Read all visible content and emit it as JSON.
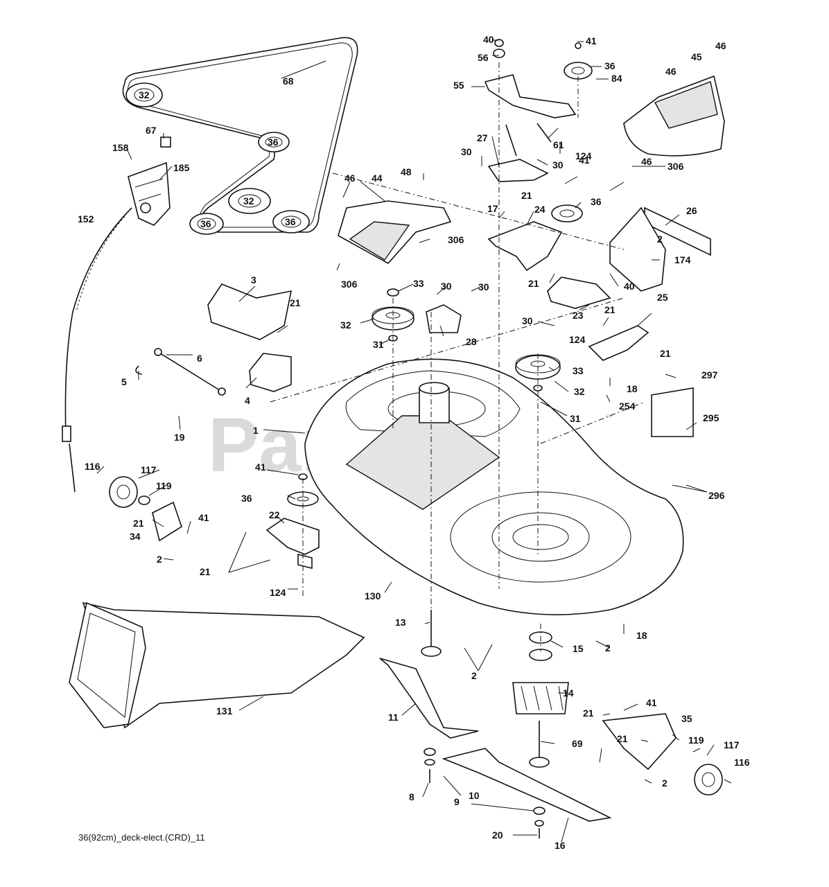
{
  "watermark": {
    "text": "PartsTree",
    "trademark": "™"
  },
  "drawing_ref": "36(92cm)_deck-elect.(CRD)_11",
  "callouts": [
    {
      "id": "c-40a",
      "label": "40"
    },
    {
      "id": "c-41a",
      "label": "41"
    },
    {
      "id": "c-56",
      "label": "56"
    },
    {
      "id": "c-36a",
      "label": "36"
    },
    {
      "id": "c-84",
      "label": "84"
    },
    {
      "id": "c-46a",
      "label": "46"
    },
    {
      "id": "c-45",
      "label": "45"
    },
    {
      "id": "c-46b",
      "label": "46"
    },
    {
      "id": "c-68",
      "label": "68"
    },
    {
      "id": "c-55",
      "label": "55"
    },
    {
      "id": "c-67",
      "label": "67"
    },
    {
      "id": "c-158",
      "label": "158"
    },
    {
      "id": "c-185",
      "label": "185"
    },
    {
      "id": "c-61",
      "label": "61"
    },
    {
      "id": "c-124a",
      "label": "124"
    },
    {
      "id": "c-27",
      "label": "27"
    },
    {
      "id": "c-30a",
      "label": "30"
    },
    {
      "id": "c-30b",
      "label": "30"
    },
    {
      "id": "c-306a",
      "label": "306"
    },
    {
      "id": "c-46c",
      "label": "46"
    },
    {
      "id": "c-44",
      "label": "44"
    },
    {
      "id": "c-48",
      "label": "48"
    },
    {
      "id": "c-41b",
      "label": "41"
    },
    {
      "id": "c-46d",
      "label": "46"
    },
    {
      "id": "c-21a",
      "label": "21"
    },
    {
      "id": "c-17",
      "label": "17"
    },
    {
      "id": "c-24",
      "label": "24"
    },
    {
      "id": "c-36b",
      "label": "36"
    },
    {
      "id": "c-26",
      "label": "26"
    },
    {
      "id": "c-152",
      "label": "152"
    },
    {
      "id": "c-2a",
      "label": "2"
    },
    {
      "id": "c-306b",
      "label": "306"
    },
    {
      "id": "c-174",
      "label": "174"
    },
    {
      "id": "c-306c",
      "label": "306"
    },
    {
      "id": "c-21b",
      "label": "21"
    },
    {
      "id": "c-40b",
      "label": "40"
    },
    {
      "id": "c-3",
      "label": "3"
    },
    {
      "id": "c-33a",
      "label": "33"
    },
    {
      "id": "c-30c",
      "label": "30"
    },
    {
      "id": "c-30d",
      "label": "30"
    },
    {
      "id": "c-21c",
      "label": "21"
    },
    {
      "id": "c-23",
      "label": "23"
    },
    {
      "id": "c-25",
      "label": "25"
    },
    {
      "id": "c-21d",
      "label": "21"
    },
    {
      "id": "c-32a",
      "label": "32"
    },
    {
      "id": "c-30e",
      "label": "30"
    },
    {
      "id": "c-124b",
      "label": "124"
    },
    {
      "id": "c-28",
      "label": "28"
    },
    {
      "id": "c-31a",
      "label": "31"
    },
    {
      "id": "c-21e",
      "label": "21"
    },
    {
      "id": "c-6",
      "label": "6"
    },
    {
      "id": "c-5",
      "label": "5"
    },
    {
      "id": "c-4",
      "label": "4"
    },
    {
      "id": "c-33b",
      "label": "33"
    },
    {
      "id": "c-18a",
      "label": "18"
    },
    {
      "id": "c-297",
      "label": "297"
    },
    {
      "id": "c-32b",
      "label": "32"
    },
    {
      "id": "c-254",
      "label": "254"
    },
    {
      "id": "c-31b",
      "label": "31"
    },
    {
      "id": "c-295",
      "label": "295"
    },
    {
      "id": "c-19",
      "label": "19"
    },
    {
      "id": "c-1",
      "label": "1"
    },
    {
      "id": "c-116a",
      "label": "116"
    },
    {
      "id": "c-117a",
      "label": "117"
    },
    {
      "id": "c-41c",
      "label": "41"
    },
    {
      "id": "c-296",
      "label": "296"
    },
    {
      "id": "c-119a",
      "label": "119"
    },
    {
      "id": "c-36c",
      "label": "36"
    },
    {
      "id": "c-22",
      "label": "22"
    },
    {
      "id": "c-21f",
      "label": "21"
    },
    {
      "id": "c-41d",
      "label": "41"
    },
    {
      "id": "c-34",
      "label": "34"
    },
    {
      "id": "c-2b",
      "label": "2"
    },
    {
      "id": "c-21g",
      "label": "21"
    },
    {
      "id": "c-124c",
      "label": "124"
    },
    {
      "id": "c-130",
      "label": "130"
    },
    {
      "id": "c-13",
      "label": "13"
    },
    {
      "id": "c-18b",
      "label": "18"
    },
    {
      "id": "c-2c",
      "label": "2"
    },
    {
      "id": "c-15",
      "label": "15"
    },
    {
      "id": "c-2d",
      "label": "2"
    },
    {
      "id": "c-14",
      "label": "14"
    },
    {
      "id": "c-131",
      "label": "131"
    },
    {
      "id": "c-11",
      "label": "11"
    },
    {
      "id": "c-41e",
      "label": "41"
    },
    {
      "id": "c-21h",
      "label": "21"
    },
    {
      "id": "c-35",
      "label": "35"
    },
    {
      "id": "c-21i",
      "label": "21"
    },
    {
      "id": "c-69",
      "label": "69"
    },
    {
      "id": "c-119b",
      "label": "119"
    },
    {
      "id": "c-117b",
      "label": "117"
    },
    {
      "id": "c-116b",
      "label": "116"
    },
    {
      "id": "c-8",
      "label": "8"
    },
    {
      "id": "c-10",
      "label": "10"
    },
    {
      "id": "c-2e",
      "label": "2"
    },
    {
      "id": "c-9",
      "label": "9"
    },
    {
      "id": "c-20",
      "label": "20"
    },
    {
      "id": "c-16",
      "label": "16"
    }
  ],
  "pulley_labels": [
    {
      "id": "p-32a",
      "label": "32"
    },
    {
      "id": "p-36a",
      "label": "36"
    },
    {
      "id": "p-32b",
      "label": "32"
    },
    {
      "id": "p-36b",
      "label": "36"
    },
    {
      "id": "p-36c",
      "label": "36"
    }
  ]
}
